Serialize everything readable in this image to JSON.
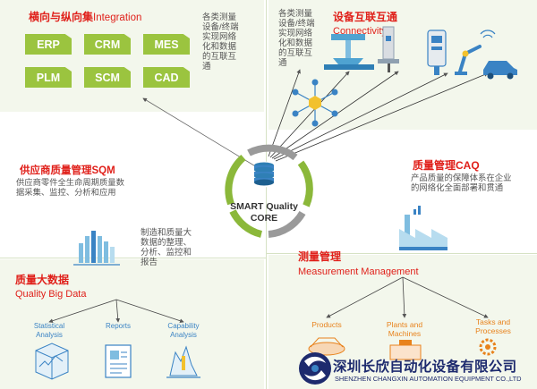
{
  "integration": {
    "title_cn": "横向与纵向集",
    "title_en": "Integration",
    "desc_lines": [
      "各类测量",
      "设备/终端",
      "实现网络",
      "化和数据",
      "的互联互",
      "通"
    ],
    "tiles": [
      "ERP",
      "CRM",
      "MES",
      "PLM",
      "SCM",
      "CAD"
    ]
  },
  "connectivity": {
    "title_cn": "设备互联互通",
    "title_en": "Connectivity",
    "desc_lines": [
      "各类测量",
      "设备/终端",
      "实现网络",
      "化和数据",
      "的互联互",
      "通"
    ]
  },
  "sqm": {
    "title": "供应商质量管理SQM",
    "desc_lines": [
      "供应商零件全生命周期质量数",
      "据采集、监控、分析和应用"
    ]
  },
  "core": {
    "line1": "SMART Quality",
    "line2": "CORE"
  },
  "caq": {
    "title": "质量管理CAQ",
    "desc_lines": [
      "产品质量的保障体系在企业",
      "的网络化全面部署和贯通"
    ]
  },
  "bigdata": {
    "desc_lines": [
      "制造和质量大",
      "数据的整理、",
      "分析、监控和",
      "报告"
    ],
    "title_cn": "质量大数据",
    "title_en": "Quality Big Data",
    "items": [
      {
        "l1": "Statistical",
        "l2": "Analysis"
      },
      {
        "l1": "Reports",
        "l2": ""
      },
      {
        "l1": "Capability",
        "l2": "Analysis"
      }
    ]
  },
  "measurement": {
    "title_cn": "测量管理",
    "title_en": "Measurement  Management",
    "items": [
      {
        "l1": "Products",
        "l2": ""
      },
      {
        "l1": "Plants and",
        "l2": "Machines"
      },
      {
        "l1": "Tasks and",
        "l2": "Processes"
      }
    ]
  },
  "company": {
    "name_cn": "深圳长欣自动化设备有限公司",
    "name_en": "SHENZHEN CHANGXIN AUTOMATION EQUIPMENT CO.,LTD"
  },
  "colors": {
    "accent_red": "#e0201a",
    "tile_green": "#9bc43f",
    "panel_bg": "#f3f7ec",
    "icon_blue": "#3a83c4",
    "icon_orange": "#e8821c",
    "logo_navy": "#1d2a6e"
  }
}
